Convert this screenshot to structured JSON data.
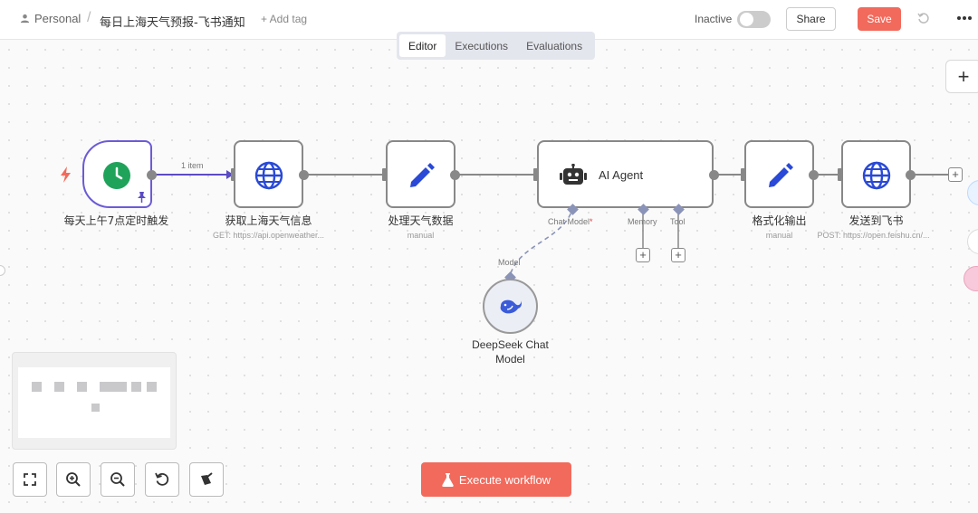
{
  "header": {
    "workspace": "Personal",
    "workflow_title": "每日上海天气预报-飞书通知",
    "add_tag": "+ Add tag",
    "status_label": "Inactive",
    "share_label": "Share",
    "save_label": "Save"
  },
  "tabs": [
    {
      "label": "Editor",
      "active": true
    },
    {
      "label": "Executions",
      "active": false
    },
    {
      "label": "Evaluations",
      "active": false
    }
  ],
  "connection_label": "1 item",
  "nodes": {
    "trigger": {
      "label": "每天上午7点定时触发",
      "icon": "clock-icon"
    },
    "fetch": {
      "label": "获取上海天气信息",
      "sub": "GET: https://api.openweather...",
      "icon": "globe-icon"
    },
    "process": {
      "label": "处理天气数据",
      "sub": "manual",
      "icon": "pencil-icon"
    },
    "agent": {
      "label": "AI Agent",
      "icon": "robot-icon",
      "ports": [
        "Chat Model",
        "Memory",
        "Tool"
      ],
      "required_mark": "*"
    },
    "format": {
      "label": "格式化输出",
      "sub": "manual",
      "icon": "pencil-icon"
    },
    "send": {
      "label": "发送到飞书",
      "sub": "POST: https://open.feishu.cn/...",
      "icon": "globe-icon"
    },
    "model": {
      "label_line1": "DeepSeek Chat",
      "label_line2": "Model",
      "port": "Model",
      "icon": "whale-icon"
    }
  },
  "execute_label": "Execute workflow",
  "colors": {
    "accent": "#f26a5c",
    "trigger_border": "#6b5bd6",
    "icon_blue": "#2949d6",
    "clock_green": "#1fa35b"
  }
}
